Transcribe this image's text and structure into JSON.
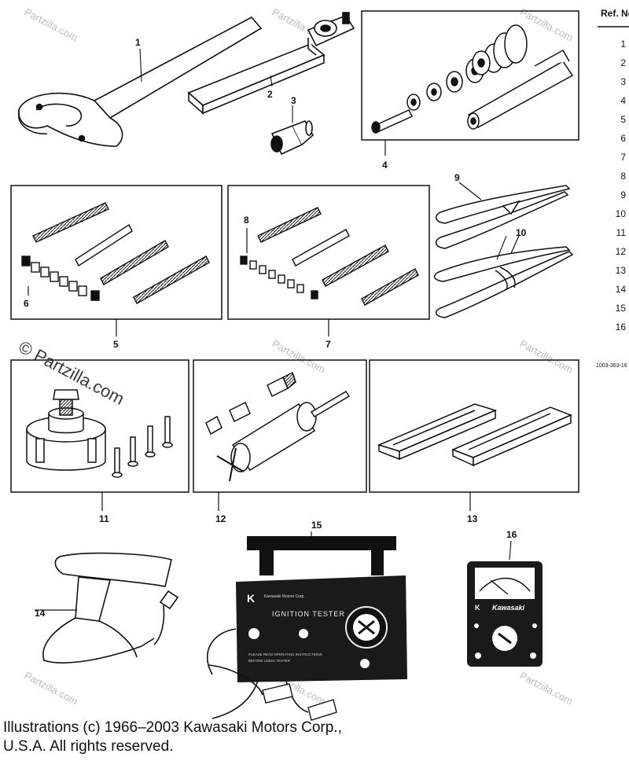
{
  "watermark": {
    "symbol": "©",
    "text": "Partzilla.com",
    "large_text": "© Partzilla.com"
  },
  "ref_column": {
    "header": "Ref. No.",
    "numbers": [
      "1",
      "2",
      "3",
      "4",
      "5",
      "6",
      "7",
      "8",
      "9",
      "10",
      "11",
      "12",
      "13",
      "14",
      "15",
      "16"
    ],
    "diagram_code": "1003-363-16"
  },
  "callouts": [
    "1",
    "2",
    "3",
    "4",
    "5",
    "6",
    "7",
    "8",
    "9",
    "10",
    "11",
    "12",
    "13",
    "14",
    "15",
    "16"
  ],
  "ignition_tester": {
    "brand_mark": "K",
    "maker_small": "Kawasaki Motors Corp.",
    "name": "IGNITION TESTER",
    "fine_print_1": "PLEASE READ OPERATING INSTRUCTIONS",
    "fine_print_2": "BEFORE USING TESTER"
  },
  "meter": {
    "brand_mark": "K",
    "brand": "Kawasaki"
  },
  "copyright": {
    "line1": "Illustrations (c) 1966–2003 Kawasaki Motors Corp.,",
    "line2": "U.S.A.  All rights reserved."
  }
}
